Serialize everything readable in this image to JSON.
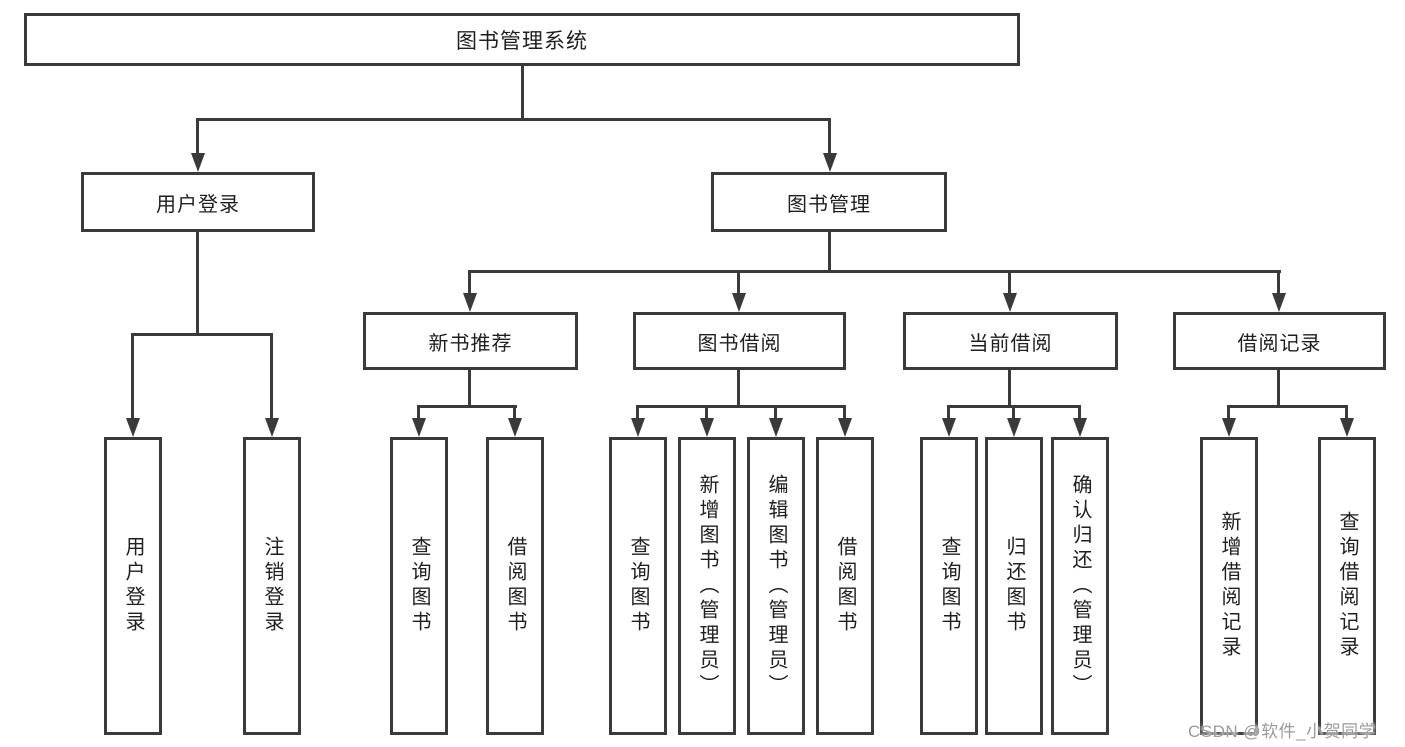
{
  "colors": {
    "line": "#3a3a3a",
    "text": "#1f1f1f",
    "background": "#ffffff",
    "watermark": "#9b9b9b"
  },
  "watermark": {
    "text": "CSDN @软件_小贺同学"
  },
  "tree": {
    "root": {
      "label": "图书管理系统"
    },
    "branches": [
      {
        "label": "用户登录",
        "children": [
          {
            "label": "用户登录"
          },
          {
            "label": "注销登录"
          }
        ]
      },
      {
        "label": "图书管理",
        "sections": [
          {
            "label": "新书推荐",
            "children": [
              {
                "label": "查询图书"
              },
              {
                "label": "借阅图书"
              }
            ]
          },
          {
            "label": "图书借阅",
            "children": [
              {
                "label": "查询图书"
              },
              {
                "label": "新增图书（管理员）"
              },
              {
                "label": "编辑图书（管理员）"
              },
              {
                "label": "借阅图书"
              }
            ]
          },
          {
            "label": "当前借阅",
            "children": [
              {
                "label": "查询图书"
              },
              {
                "label": "归还图书"
              },
              {
                "label": "确认归还（管理员）"
              }
            ]
          },
          {
            "label": "借阅记录",
            "children": [
              {
                "label": "新增借阅记录"
              },
              {
                "label": "查询借阅记录"
              }
            ]
          }
        ]
      }
    ]
  }
}
